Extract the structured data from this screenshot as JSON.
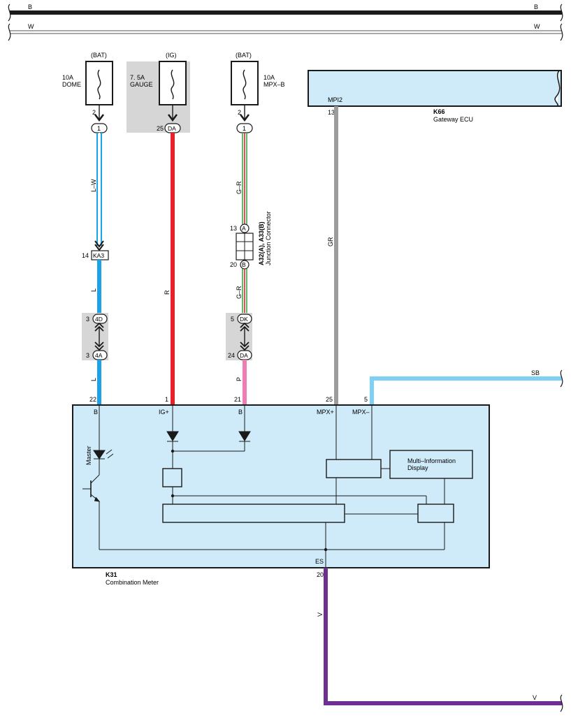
{
  "buses": {
    "top": {
      "left_label": "B",
      "right_label": "B"
    },
    "second": {
      "left_label": "W",
      "right_label": "W"
    }
  },
  "fuses": {
    "dome": {
      "source": "(BAT)",
      "rating": "10A",
      "name": "DOME",
      "pin": "2",
      "connector": "1"
    },
    "gauge": {
      "source": "(IG)",
      "rating": "7. 5A",
      "name": "GAUGE",
      "pin": "25",
      "connector": "DA"
    },
    "mpx": {
      "source": "(BAT)",
      "rating": "10A",
      "name": "MPX–B",
      "pin": "2",
      "connector": "1"
    }
  },
  "gateway": {
    "id": "K66",
    "name": "Gateway ECU",
    "terminal": "MPI2",
    "pin": "13"
  },
  "wires": {
    "lw": "L–W",
    "l1": "L",
    "l2": "L",
    "r": "R",
    "gr1": "G–R",
    "gr2": "G–R",
    "p": "P",
    "gr_gateway": "GR",
    "sb": "SB",
    "v1": "V",
    "v2": "V"
  },
  "connectors": {
    "ka3": {
      "pin": "14",
      "id": "KA3"
    },
    "d4": {
      "pin": "3",
      "id": "4D"
    },
    "a4": {
      "pin": "3",
      "id": "4A"
    },
    "dk": {
      "pin": "5",
      "id": "DK"
    },
    "da": {
      "pin": "24",
      "id": "DA"
    }
  },
  "junction": {
    "id": "A32(A), A33(B)",
    "name": "Junction Connector",
    "pin_a": "13",
    "label_a": "A",
    "pin_b": "20",
    "label_b": "B"
  },
  "meter": {
    "id": "K31",
    "name": "Combination Meter",
    "pins": {
      "b": "22",
      "ig": "1",
      "b2": "21",
      "mpx_plus": "25",
      "mpx_minus": "5",
      "es": "20"
    },
    "terminals": {
      "b": "B",
      "ig": "IG+",
      "b2": "B",
      "mpx_plus": "MPX+",
      "mpx_minus": "MPX–",
      "es": "ES"
    },
    "master_label": "Master",
    "mid_line1": "Multi–Information",
    "mid_line2": "Display"
  },
  "colors": {
    "black": "#1a1a1a",
    "blue": "#1aa3e8",
    "light_blue": "#7fd0f5",
    "red": "#e8202a",
    "green": "#3aa84a",
    "pink": "#f07cb4",
    "gray": "#9c9c9c",
    "purple": "#6e2e92",
    "box_fill": "#cfeaf8",
    "shade": "#d6d6d6"
  }
}
